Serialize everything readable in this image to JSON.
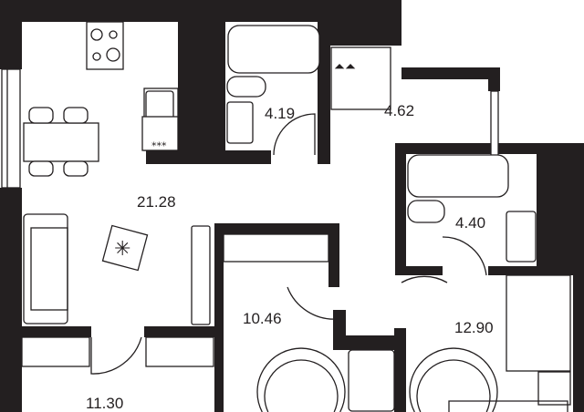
{
  "plan": {
    "rooms": [
      {
        "id": "living-kitchen",
        "area": "21.28"
      },
      {
        "id": "bathroom-1",
        "area": "4.19"
      },
      {
        "id": "hall",
        "area": "4.62"
      },
      {
        "id": "bathroom-2",
        "area": "4.40"
      },
      {
        "id": "bedroom-1",
        "area": "10.46"
      },
      {
        "id": "bedroom-2",
        "area": "12.90"
      },
      {
        "id": "bedroom-3",
        "area": "11.30"
      }
    ],
    "colors": {
      "wall": "#231f20",
      "background": "#ffffff"
    }
  }
}
